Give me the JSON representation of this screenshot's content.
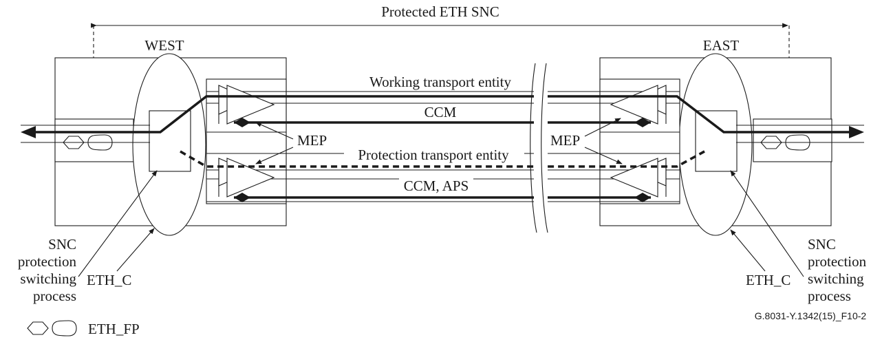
{
  "figure_id": "G.8031-Y.1342(15)_F10-2",
  "labels": {
    "protected_snc": "Protected ETH SNC",
    "west": "WEST",
    "east": "EAST",
    "working": "Working transport entity",
    "ccm": "CCM",
    "protection": "Protection transport entity",
    "ccm_aps": "CCM, APS",
    "mep": "MEP",
    "snc_process": [
      "SNC",
      "protection",
      "switching",
      "process"
    ],
    "eth_c": "ETH_C",
    "legend_eth_fp": "ETH_FP"
  }
}
